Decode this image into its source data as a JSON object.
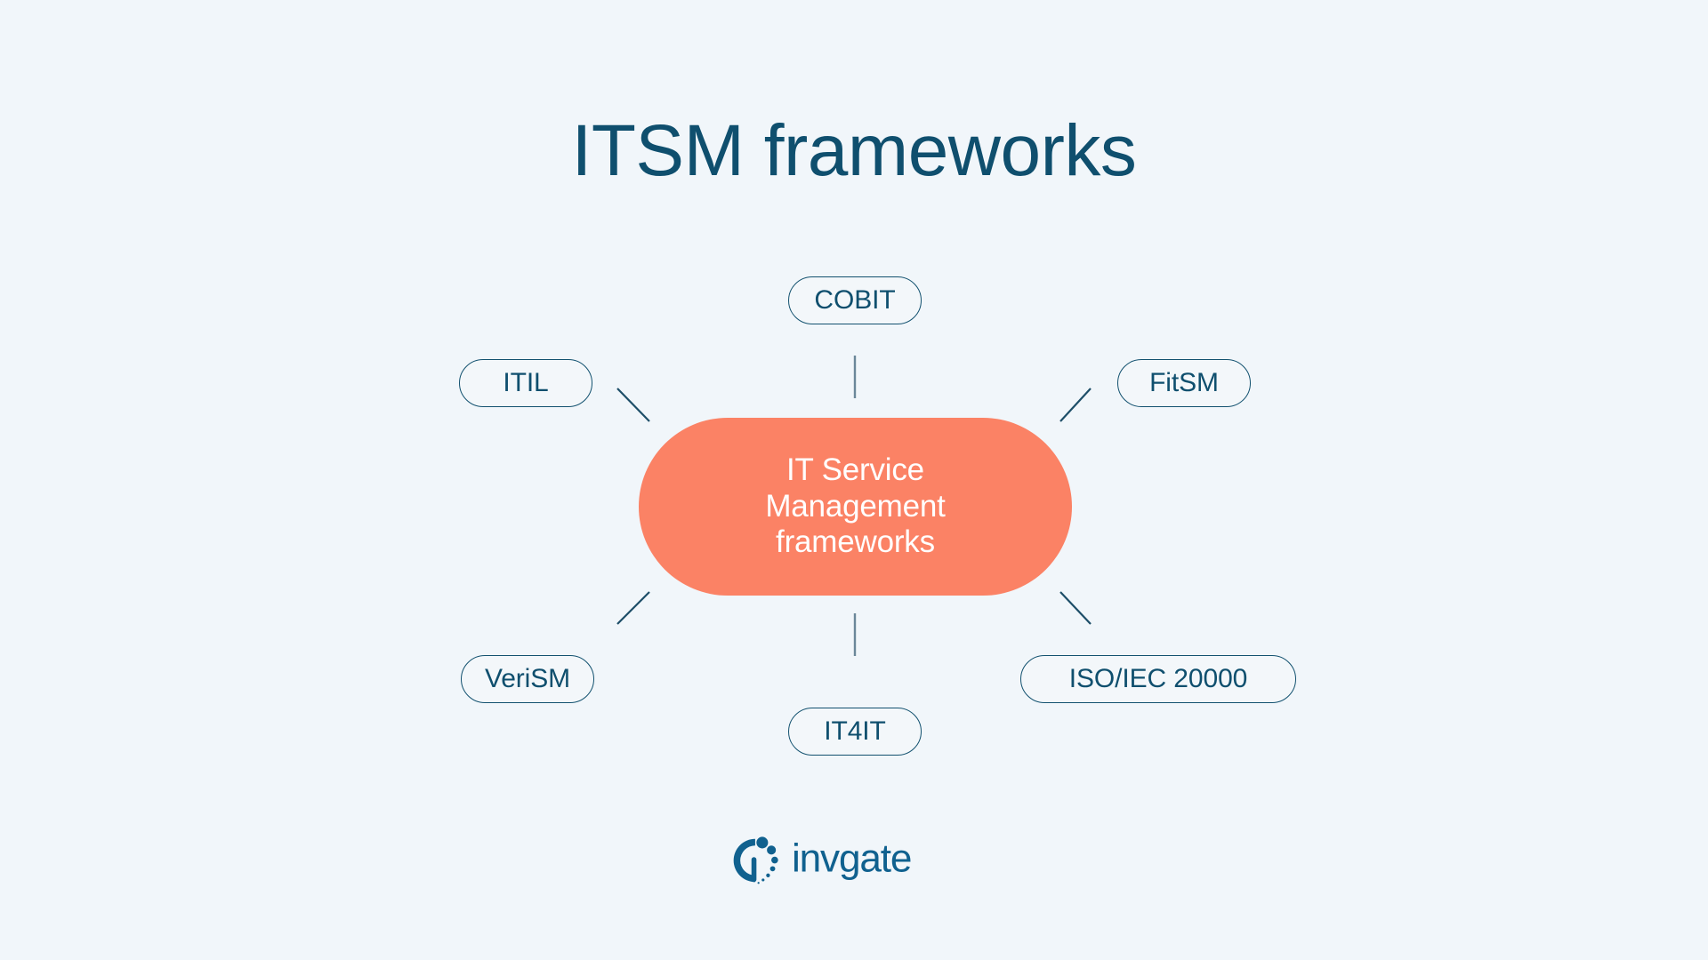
{
  "page": {
    "background_color": "#f1f6fa",
    "title": "ITSM frameworks",
    "title_color": "#0f4f6e"
  },
  "diagram": {
    "type": "hub-and-spoke",
    "hub": {
      "label": "IT Service\nManagement\nframeworks",
      "fill_color": "#fb8265",
      "text_color": "#ffffff"
    },
    "node_style": {
      "border_color": "#12516f",
      "text_color": "#0f4f6e",
      "fill_color": "#f3f7fa"
    },
    "connector_color": "#6b8799",
    "nodes": [
      {
        "id": "cobit",
        "label": "COBIT",
        "position": "top"
      },
      {
        "id": "itil",
        "label": "ITIL",
        "position": "top-left"
      },
      {
        "id": "fitsm",
        "label": "FitSM",
        "position": "top-right"
      },
      {
        "id": "verism",
        "label": "VeriSM",
        "position": "bottom-left"
      },
      {
        "id": "iso",
        "label": "ISO/IEC 20000",
        "position": "bottom-right"
      },
      {
        "id": "it4it",
        "label": "IT4IT",
        "position": "bottom"
      }
    ]
  },
  "brand": {
    "name": "invgate",
    "mark_color": "#10618f",
    "word_color": "#10618f"
  }
}
